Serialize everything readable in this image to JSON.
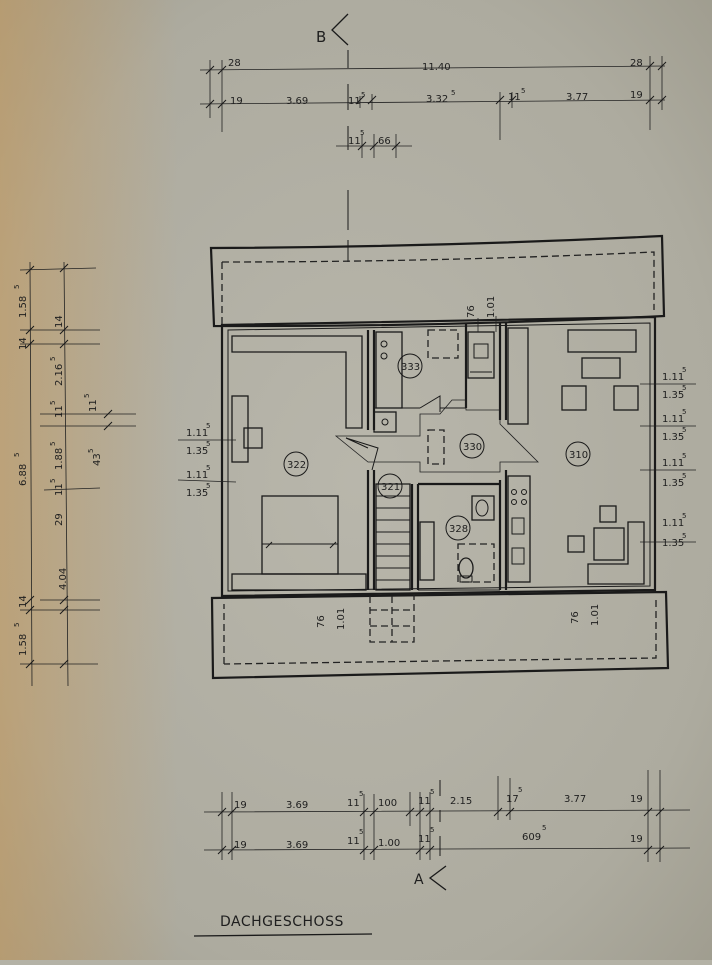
{
  "drawing": {
    "title": "DACHGESCHOSS",
    "section_b_label": "B",
    "section_a_label": "A"
  },
  "rooms": [
    {
      "id": "room-322",
      "number": "322"
    },
    {
      "id": "room-333",
      "number": "333"
    },
    {
      "id": "room-330",
      "number": "330"
    },
    {
      "id": "room-310",
      "number": "310"
    },
    {
      "id": "room-321",
      "number": "321"
    },
    {
      "id": "room-328",
      "number": "328"
    }
  ],
  "top_dimensions": {
    "row1": {
      "left": "28",
      "middle": "11.40",
      "right": "28"
    },
    "row2": {
      "a": "19",
      "b": "3.69",
      "c": "11",
      "c_sup": "5",
      "d": "3.32",
      "d_sup": "5",
      "e": "11",
      "e_sup": "5",
      "f": "3.77",
      "g": "19"
    },
    "row3": {
      "a": "11",
      "a_sup": "5",
      "b": "66"
    }
  },
  "window_dimensions": {
    "top_a": "76",
    "top_b": "1.01",
    "bottom_left_a": "76",
    "bottom_left_b": "1.01",
    "bottom_right_a": "76",
    "bottom_right_b": "1.01"
  },
  "left_dimensions": {
    "outer": [
      "1.58",
      "14",
      "6.88",
      "14",
      "1.58"
    ],
    "outer_sup": [
      "5",
      "",
      "5",
      "",
      "5"
    ],
    "inner": [
      "14",
      "2.16",
      "11",
      "1.88",
      "11",
      "29",
      "4.04"
    ],
    "inner_sup": [
      "",
      "5",
      "5",
      "5",
      "5",
      "",
      ""
    ],
    "small": [
      "11",
      "43"
    ],
    "small_sup": [
      "5",
      "5"
    ],
    "room_window": [
      {
        "top": "1.11",
        "top_sup": "5",
        "bottom": "1.35",
        "bottom_sup": "5"
      },
      {
        "top": "1.11",
        "top_sup": "5",
        "bottom": "1.35",
        "bottom_sup": "5"
      }
    ]
  },
  "right_dimensions": [
    {
      "top": "1.11",
      "top_sup": "5",
      "bottom": "1.35",
      "bottom_sup": "5"
    },
    {
      "top": "1.11",
      "top_sup": "5",
      "bottom": "1.35",
      "bottom_sup": "5"
    },
    {
      "top": "1.11",
      "top_sup": "5",
      "bottom": "1.35",
      "bottom_sup": "5"
    },
    {
      "top": "1.11",
      "top_sup": "5",
      "bottom": "1.35",
      "bottom_sup": "5"
    }
  ],
  "bottom_dimensions": {
    "row1": {
      "a": "19",
      "b": "3.69",
      "c": "11",
      "c_sup": "5",
      "d": "100",
      "e": "11",
      "e_sup": "5",
      "f": "2.15",
      "g": "17",
      "g_sup": "5",
      "h": "3.77",
      "i": "19"
    },
    "row2": {
      "a": "19",
      "b": "3.69",
      "c": "11",
      "c_sup": "5",
      "d": "1.00",
      "e": "11",
      "e_sup": "5",
      "f": "609",
      "f_sup": "5",
      "g": "19"
    }
  }
}
